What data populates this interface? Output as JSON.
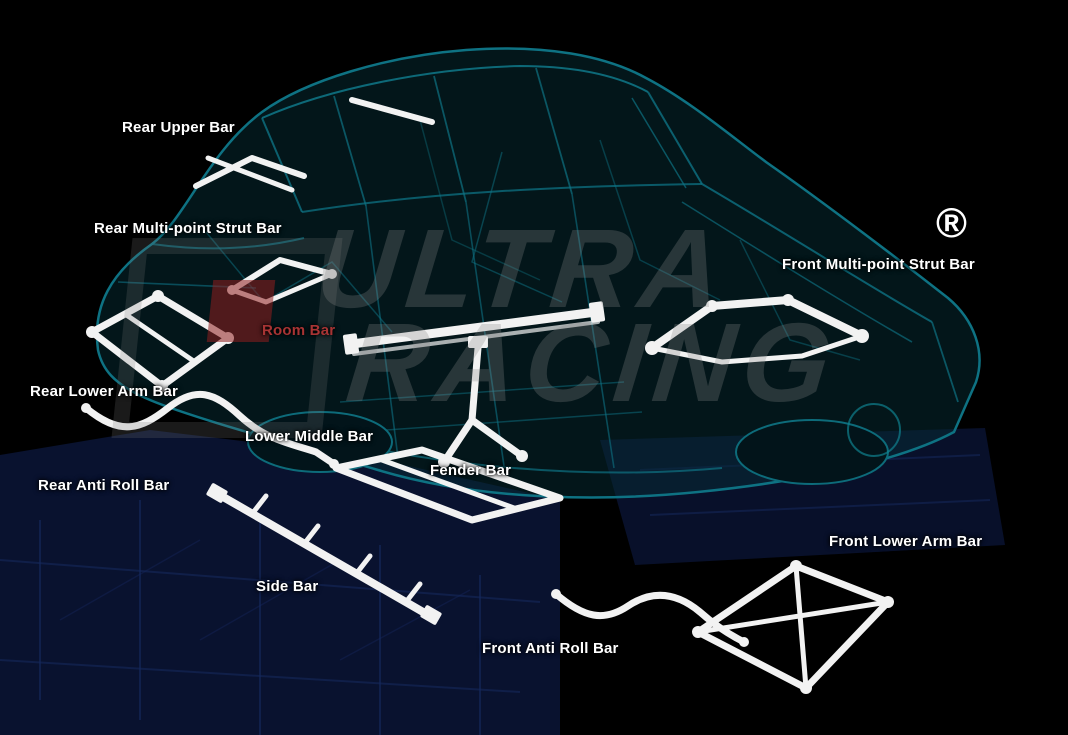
{
  "colors": {
    "background": "#000000",
    "label_text": "#ffffff",
    "room_bar_label": "#a83434",
    "chassis_teal": "#0e7283",
    "bar_white": "#f2f2f2",
    "platform_navy": "#0a1434",
    "watermark_gray": "#8a8a8a",
    "watermark_red": "#8f1f1f"
  },
  "registered_mark": "®",
  "watermark": {
    "brand_top": "ULTRA",
    "brand_bottom": "RACING"
  },
  "labels": [
    {
      "name": "rear-upper-bar",
      "text": "Rear Upper Bar"
    },
    {
      "name": "rear-multi-point-strut-bar",
      "text": "Rear Multi-point Strut Bar"
    },
    {
      "name": "front-multi-point-strut-bar",
      "text": "Front Multi-point Strut Bar"
    },
    {
      "name": "room-bar",
      "text": "Room Bar"
    },
    {
      "name": "rear-lower-arm-bar",
      "text": "Rear Lower Arm Bar"
    },
    {
      "name": "lower-middle-bar",
      "text": "Lower Middle Bar"
    },
    {
      "name": "rear-anti-roll-bar",
      "text": "Rear Anti Roll Bar"
    },
    {
      "name": "fender-bar",
      "text": "Fender Bar"
    },
    {
      "name": "front-lower-arm-bar",
      "text": "Front Lower Arm Bar"
    },
    {
      "name": "side-bar",
      "text": "Side Bar"
    },
    {
      "name": "front-anti-roll-bar",
      "text": "Front Anti Roll Bar"
    }
  ]
}
